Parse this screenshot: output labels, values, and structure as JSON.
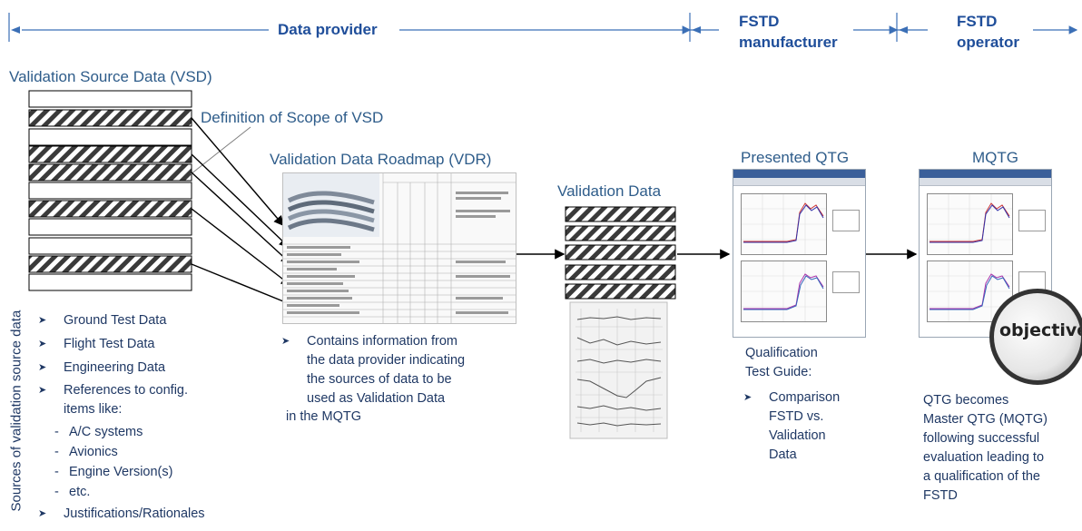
{
  "headers": {
    "data_provider": "Data provider",
    "fstd_manufacturer_line1": "FSTD",
    "fstd_manufacturer_line2": "manufacturer",
    "fstd_operator_line1": "FSTD",
    "fstd_operator_line2": "operator"
  },
  "vsd": {
    "title": "Validation Source Data (VSD)",
    "scope_label": "Definition of Scope of VSD",
    "side_label": "Sources of validation source data",
    "items": [
      "Ground Test Data",
      "Flight Test Data",
      "Engineering Data",
      "References to config.",
      "items like:",
      "A/C systems",
      "Avionics",
      "Engine Version(s)",
      "etc.",
      "Justifications/Rationales"
    ]
  },
  "vdr": {
    "title": "Validation Data Roadmap (VDR)",
    "description": [
      "Contains information from",
      "the data provider indicating",
      "the sources of data to be",
      "used as Validation Data",
      "in the MQTG"
    ]
  },
  "validation_data": {
    "title": "Validation Data"
  },
  "presented_qtg": {
    "title": "Presented QTG",
    "caption_line1": "Qualification",
    "caption_line2": "Test Guide:",
    "bullet": [
      "Comparison",
      "FSTD vs.",
      "Validation",
      "Data"
    ]
  },
  "mqtg": {
    "title": "MQTG",
    "magnifier_text": "objective",
    "caption": [
      "QTG becomes",
      "Master QTG (MQTG)",
      "following successful",
      "evaluation leading to",
      "a qualification of the",
      "FSTD"
    ]
  },
  "colors": {
    "header_blue": "#1f4e9a",
    "line_blue": "#3b6fb6",
    "text_navy": "#1f3864"
  }
}
